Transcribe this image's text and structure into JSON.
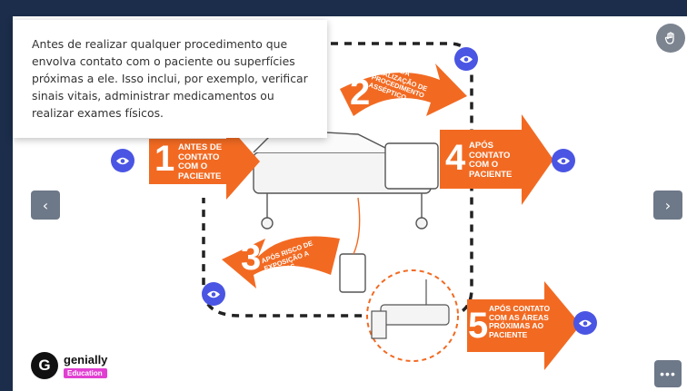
{
  "tooltip": {
    "text": "Antes de realizar qualquer procedimento que envolva contato com o paciente ou superfícies próximas a ele. Isso inclui, por exemplo, verificar sinais vitais, administrar medicamentos ou realizar exames físicos."
  },
  "steps": [
    {
      "number": "1",
      "label": "ANTES DE CONTATO COM O PACIENTE"
    },
    {
      "number": "2",
      "label": "ANTES DA REALIZAÇÃO DE PROCEDIMENTO ASSÉPTICO"
    },
    {
      "number": "3",
      "label": "APÓS RISCO DE EXPOSIÇÃO A FLUIDOS CORPORAIS"
    },
    {
      "number": "4",
      "label": "APÓS CONTATO COM O PACIENTE"
    },
    {
      "number": "5",
      "label": "APÓS CONTATO COM AS ÁREAS PRÓXIMAS AO PACIENTE"
    }
  ],
  "navigation": {
    "prev_glyph": "‹",
    "next_glyph": "›",
    "more_glyph": "•••"
  },
  "brand": {
    "name": "genially",
    "badge": "Education",
    "mark": "G"
  },
  "colors": {
    "accent": "#4a55e3",
    "arrow": "#f26a22",
    "frame": "#1b2d4a",
    "badge": "#e13fd2"
  },
  "icons": [
    "eye-icon",
    "hand-icon",
    "chevron-left-icon",
    "chevron-right-icon",
    "more-icon"
  ]
}
